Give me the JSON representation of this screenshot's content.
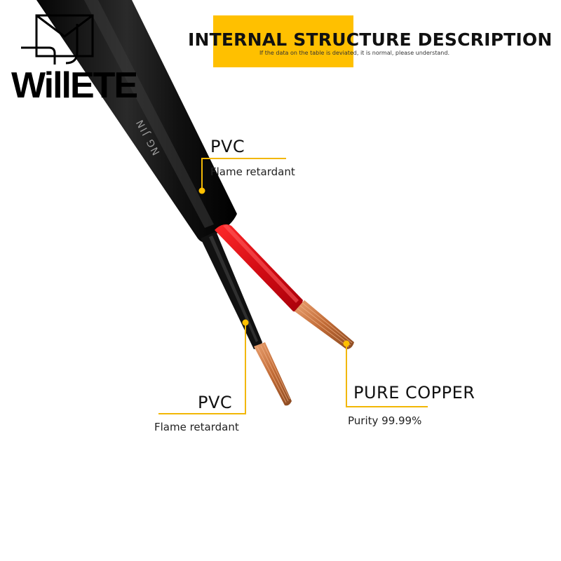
{
  "header": {
    "title": "INTERNAL STRUCTURE DESCRIPTION",
    "subtitle": "If the data on the table is deviated, it is normal, please understand.",
    "accent": "#FFC000"
  },
  "brand": {
    "name": "WillETE",
    "icon": "envelope-hand-logo-icon"
  },
  "cable": {
    "jacket_print": "NG JIN",
    "colors": {
      "jacket": "#0d0d0d",
      "red_insulation": "#d8101a",
      "black_insulation": "#111111",
      "copper": "#c8743c"
    }
  },
  "callouts": {
    "jacket": {
      "heading": "PVC",
      "description": "Flame retardant"
    },
    "black_core": {
      "heading": "PVC",
      "description": "Flame retardant"
    },
    "copper": {
      "heading": "PURE COPPER",
      "description": "Purity 99.99%"
    }
  }
}
